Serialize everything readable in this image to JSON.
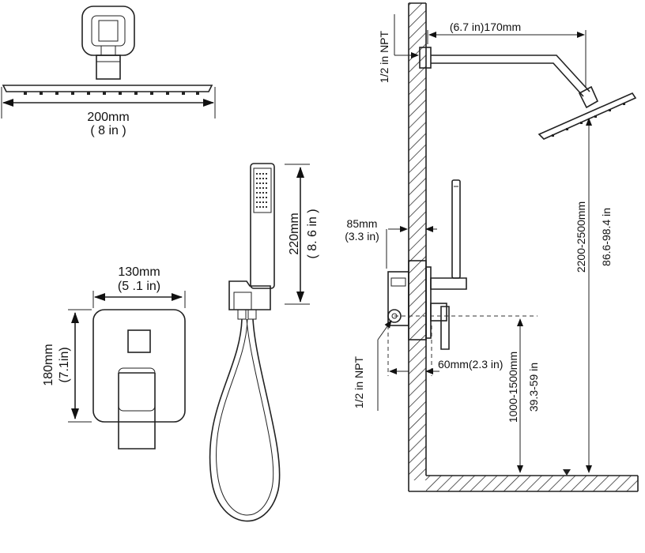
{
  "head": {
    "width_mm": "200mm",
    "width_in": "( 8  in )"
  },
  "handshower": {
    "length_mm": "220mm",
    "length_in": "( 8. 6  in )"
  },
  "valve_plate": {
    "width_mm": "130mm",
    "width_in": "(5 .1 in)",
    "height_mm": "180mm",
    "height_in": "(7.1in)"
  },
  "install": {
    "arm_reach": "(6.7 in)170mm",
    "top_inlet": "1/2 in NPT",
    "body_depth_mm": "85mm",
    "body_depth_in": "(3.3 in)",
    "valve_inlet": "1/2 in NPT",
    "wall_offset": "60mm(2.3 in)",
    "valve_height_mm": "1000-1500mm",
    "valve_height_in": "39.3-59 in",
    "head_height_mm": "2200-2500mm",
    "head_height_in": "86.6-98.4 in"
  }
}
